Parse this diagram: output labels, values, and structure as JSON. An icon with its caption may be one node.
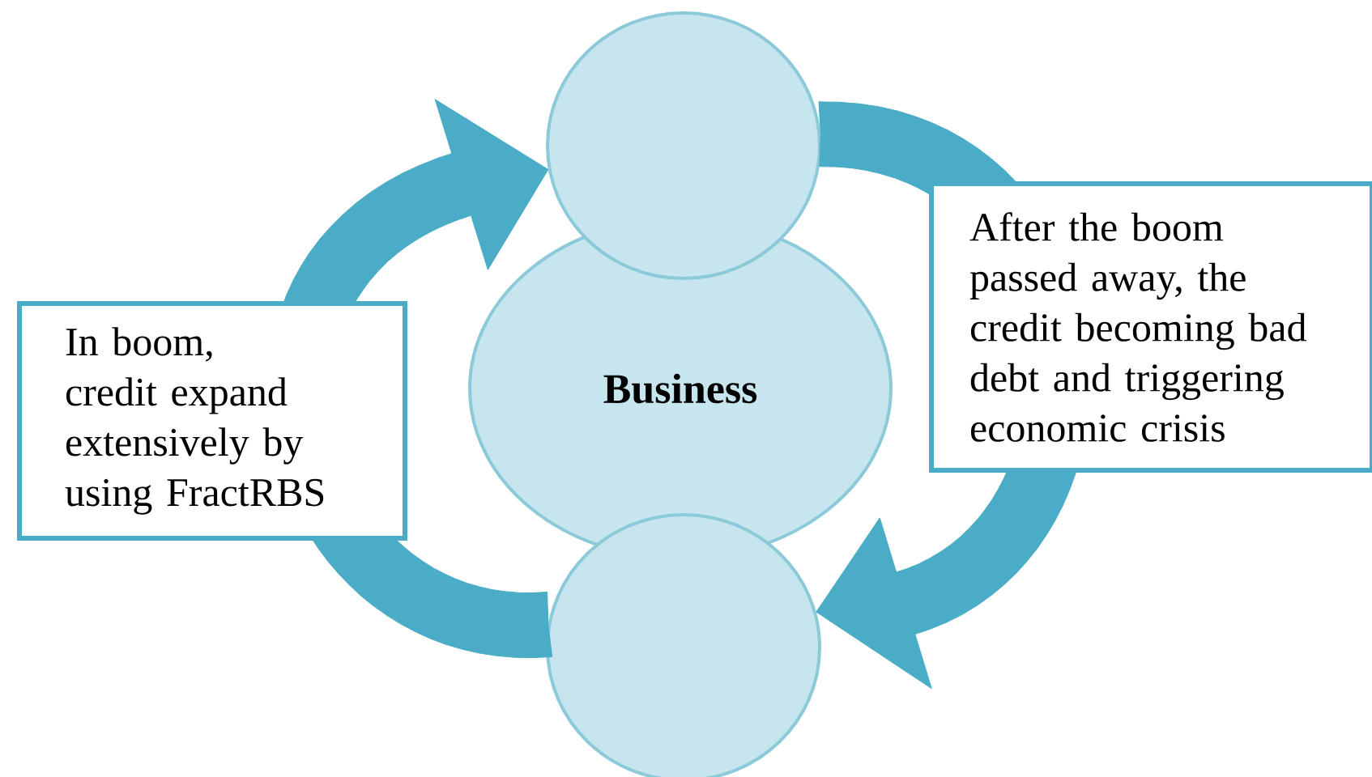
{
  "diagram": {
    "nodes": [
      {
        "text": [],
        "shape": "circle"
      },
      {
        "text": [
          "Business"
        ]
      },
      {
        "text": [],
        "shape": "circle"
      },
      {
        "text": [
          "In boom, credit expand extensively by using FractRBS"
        ]
      },
      {
        "text": [
          "After the boom passed away, the credit becoming bad debt and triggering economic crisis"
        ]
      }
    ],
    "edges": [
      {
        "from": 2,
        "to": 0,
        "arrow": "to"
      },
      {
        "from": 0,
        "to": 2,
        "arrow": "to"
      }
    ]
  }
}
